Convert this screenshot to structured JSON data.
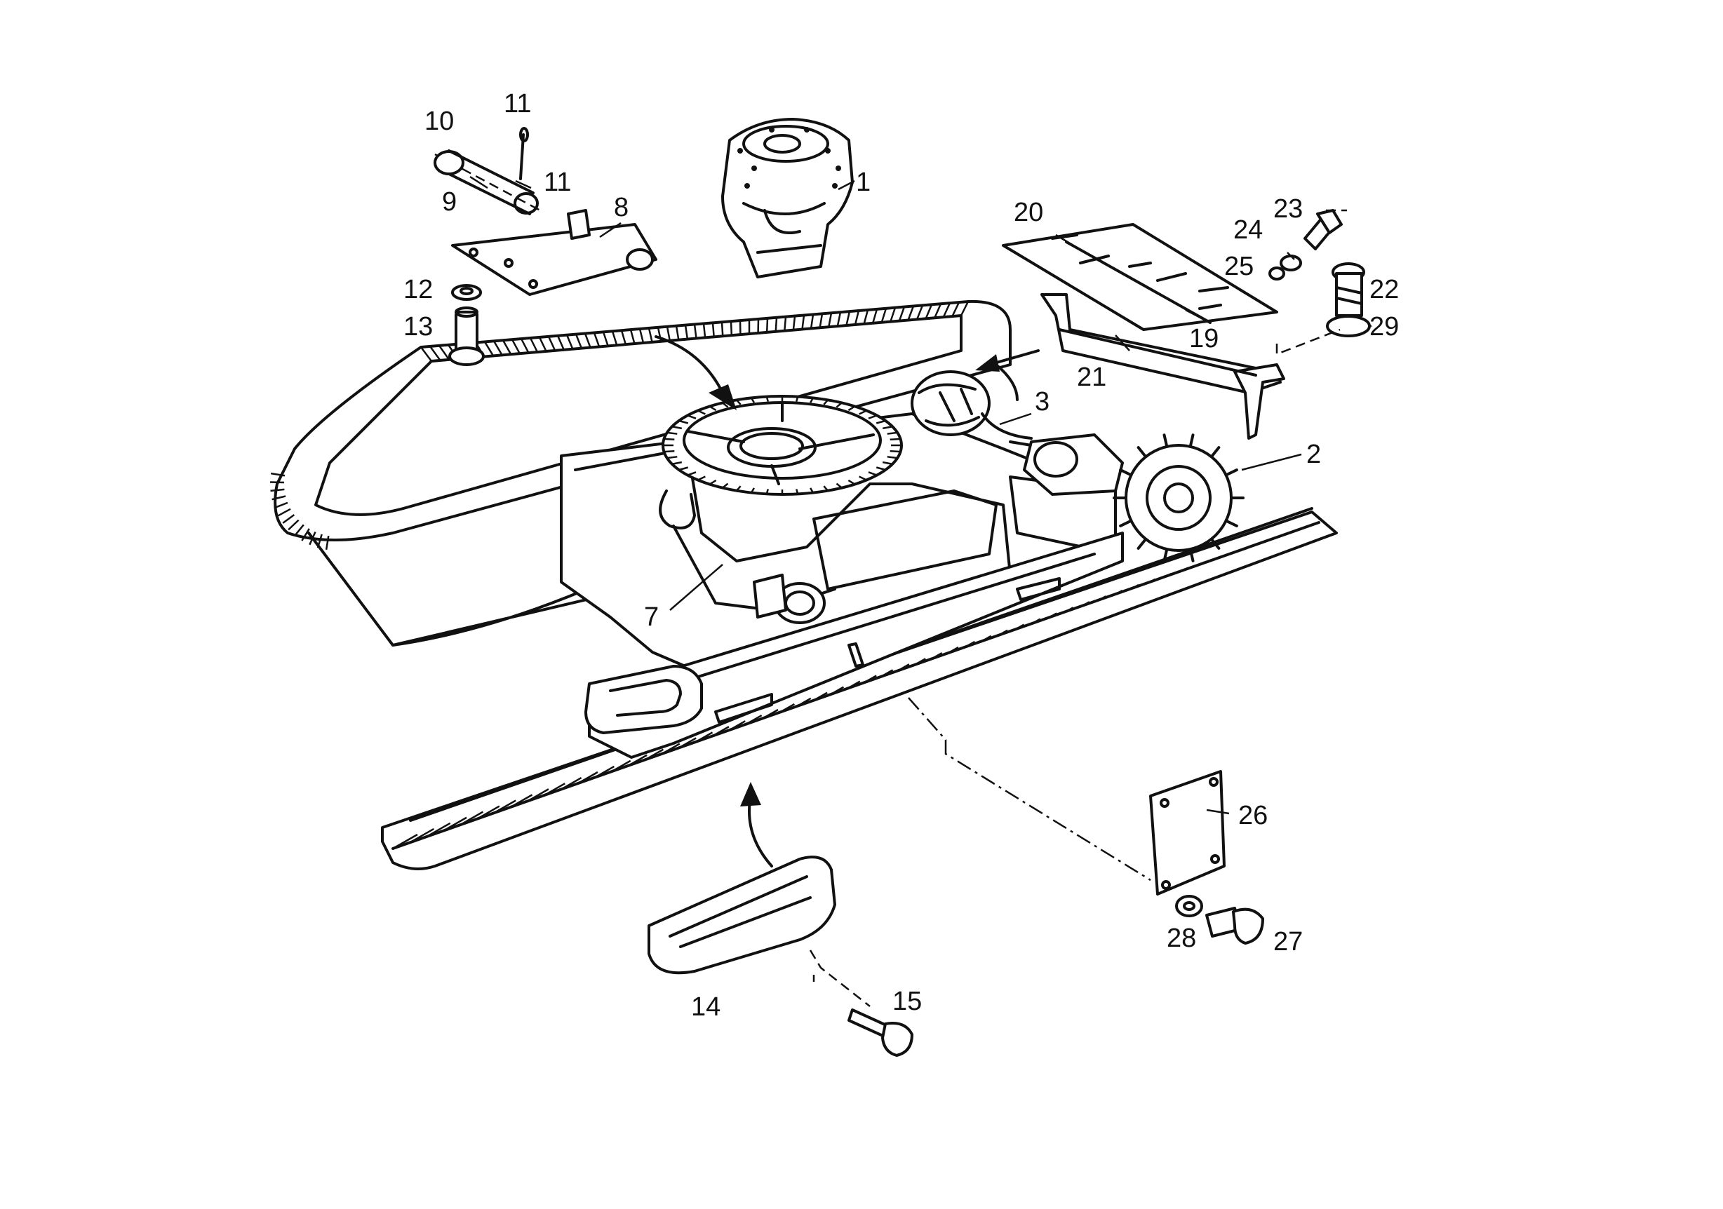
{
  "diagram": {
    "callouts": [
      "1",
      "2",
      "3",
      "7",
      "8",
      "9",
      "10",
      "11",
      "11",
      "12",
      "13",
      "14",
      "15",
      "19",
      "20",
      "21",
      "22",
      "23",
      "24",
      "25",
      "26",
      "27",
      "28",
      "29"
    ],
    "ink_color": "#111111",
    "background": "#ffffff"
  }
}
